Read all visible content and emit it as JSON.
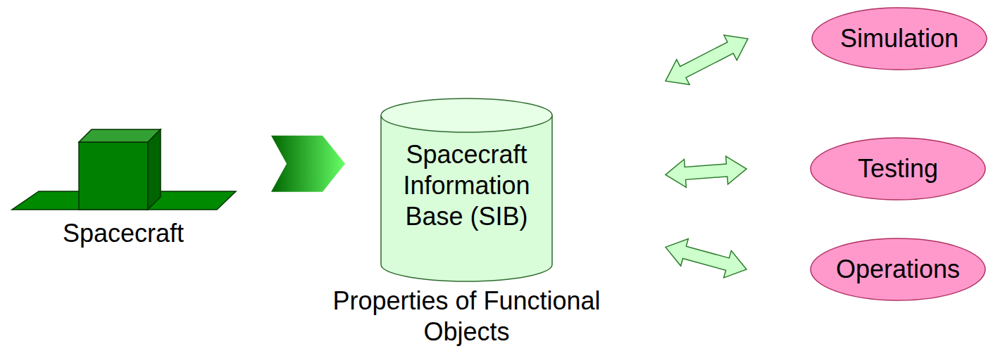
{
  "diagram": {
    "nodes": [
      {
        "text": [
          "Spacecraft"
        ]
      },
      {
        "text": [
          "Spacecraft Information Base (SIB)",
          "Properties of Functional Objects"
        ]
      },
      {
        "text": [
          "Simulation"
        ]
      },
      {
        "text": [
          "Testing"
        ]
      },
      {
        "text": [
          "Operations"
        ]
      }
    ],
    "edges": [
      {
        "from": 0,
        "to": 1,
        "arrow": "to"
      },
      {
        "from": 1,
        "to": 2,
        "arrow": "both"
      },
      {
        "from": 1,
        "to": 3,
        "arrow": "both"
      },
      {
        "from": 1,
        "to": 4,
        "arrow": "both"
      }
    ]
  }
}
